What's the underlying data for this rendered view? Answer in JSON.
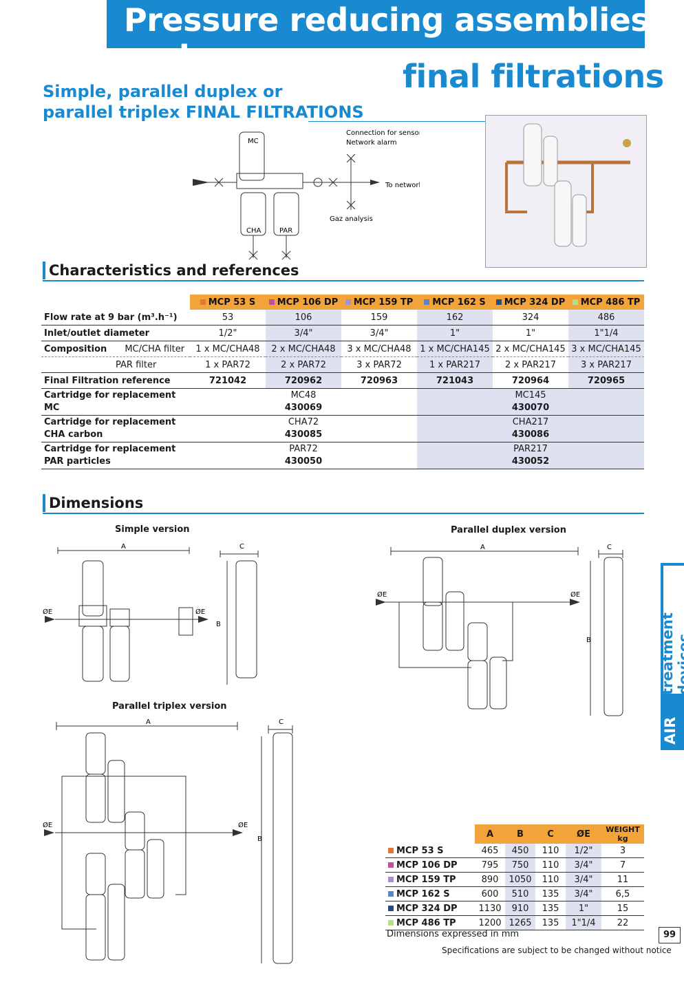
{
  "header": {
    "title_line1": "Pressure reducing assemblies and",
    "title_line2": "final filtrations",
    "subtitle_line1": "Simple, parallel duplex or",
    "subtitle_line2": "parallel triplex FINAL FILTRATIONS"
  },
  "schematic": {
    "mc": "MC",
    "cha": "CHA",
    "par": "PAR",
    "sensor_line1": "Connection for sensor",
    "sensor_line2": "Network alarm",
    "to_network": "To network",
    "gaz": "Gaz analysis"
  },
  "sections": {
    "characteristics": "Characteristics and references",
    "dimensions": "Dimensions"
  },
  "characteristics": {
    "models": [
      {
        "name": "MCP 53 S",
        "color": "#e0783a"
      },
      {
        "name": "MCP 106 DP",
        "color": "#c0509a"
      },
      {
        "name": "MCP 159 TP",
        "color": "#a890c8"
      },
      {
        "name": "MCP 162 S",
        "color": "#5a86c4"
      },
      {
        "name": "MCP 324 DP",
        "color": "#2a4a78"
      },
      {
        "name": "MCP 486 TP",
        "color": "#b8dc8a"
      }
    ],
    "flow_label": "Flow rate at 9 bar (m³.h⁻¹)",
    "flow": [
      "53",
      "106",
      "159",
      "162",
      "324",
      "486"
    ],
    "diameter_label": "Inlet/outlet diameter",
    "diameter": [
      "1/2\"",
      "3/4\"",
      "3/4\"",
      "1\"",
      "1\"",
      "1\"1/4"
    ],
    "composition_label": "Composition",
    "mc_cha_label": "MC/CHA filter",
    "mc_cha": [
      "1 x MC/CHA48",
      "2 x MC/CHA48",
      "3 x MC/CHA48",
      "1 x MC/CHA145",
      "2 x MC/CHA145",
      "3 x MC/CHA145"
    ],
    "par_label": "PAR filter",
    "par": [
      "1 x PAR72",
      "2 x PAR72",
      "3 x PAR72",
      "1 x PAR217",
      "2 x PAR217",
      "3 x PAR217"
    ],
    "reference_label": "Final Filtration reference",
    "reference": [
      "721042",
      "720962",
      "720963",
      "721043",
      "720964",
      "720965"
    ],
    "cart_mc_label1": "Cartridge for replacement",
    "cart_mc_label2": "MC",
    "cart_mc": [
      {
        "name": "MC48",
        "ref": "430069"
      },
      {
        "name": "MC145",
        "ref": "430070"
      }
    ],
    "cart_cha_label1": "Cartridge for replacement",
    "cart_cha_label2": "CHA carbon",
    "cart_cha": [
      {
        "name": "CHA72",
        "ref": "430085"
      },
      {
        "name": "CHA217",
        "ref": "430086"
      }
    ],
    "cart_par_label1": "Cartridge for replacement",
    "cart_par_label2": "PAR particles",
    "cart_par": [
      {
        "name": "PAR72",
        "ref": "430050"
      },
      {
        "name": "PAR217",
        "ref": "430052"
      }
    ]
  },
  "diagrams": {
    "simple": "Simple version",
    "duplex": "Parallel duplex version",
    "triplex": "Parallel triplex version",
    "a": "A",
    "b": "B",
    "c": "C",
    "oe": "ØE"
  },
  "dimensions": {
    "headers": [
      "A",
      "B",
      "C",
      "ØE",
      "WEIGHT kg"
    ],
    "rows": [
      {
        "name": "MCP 53 S",
        "color": "#e0783a",
        "a": "465",
        "b": "450",
        "c": "110",
        "e": "1/2\"",
        "w": "3"
      },
      {
        "name": "MCP 106 DP",
        "color": "#c0509a",
        "a": "795",
        "b": "750",
        "c": "110",
        "e": "3/4\"",
        "w": "7"
      },
      {
        "name": "MCP 159 TP",
        "color": "#a890c8",
        "a": "890",
        "b": "1050",
        "c": "110",
        "e": "3/4\"",
        "w": "11"
      },
      {
        "name": "MCP 162 S",
        "color": "#5a86c4",
        "a": "600",
        "b": "510",
        "c": "135",
        "e": "3/4\"",
        "w": "6,5"
      },
      {
        "name": "MCP 324 DP",
        "color": "#2a4a78",
        "a": "1130",
        "b": "910",
        "c": "135",
        "e": "1\"",
        "w": "15"
      },
      {
        "name": "MCP 486 TP",
        "color": "#b8dc8a",
        "a": "1200",
        "b": "1265",
        "c": "135",
        "e": "1\"1/4",
        "w": "22"
      }
    ],
    "note": "Dimensions expressed in mm"
  },
  "side_tab": {
    "part1": "treatment devices",
    "part2": "AIR"
  },
  "footer": {
    "page": "99",
    "notice": "Specifications are subject to be changed without notice"
  }
}
